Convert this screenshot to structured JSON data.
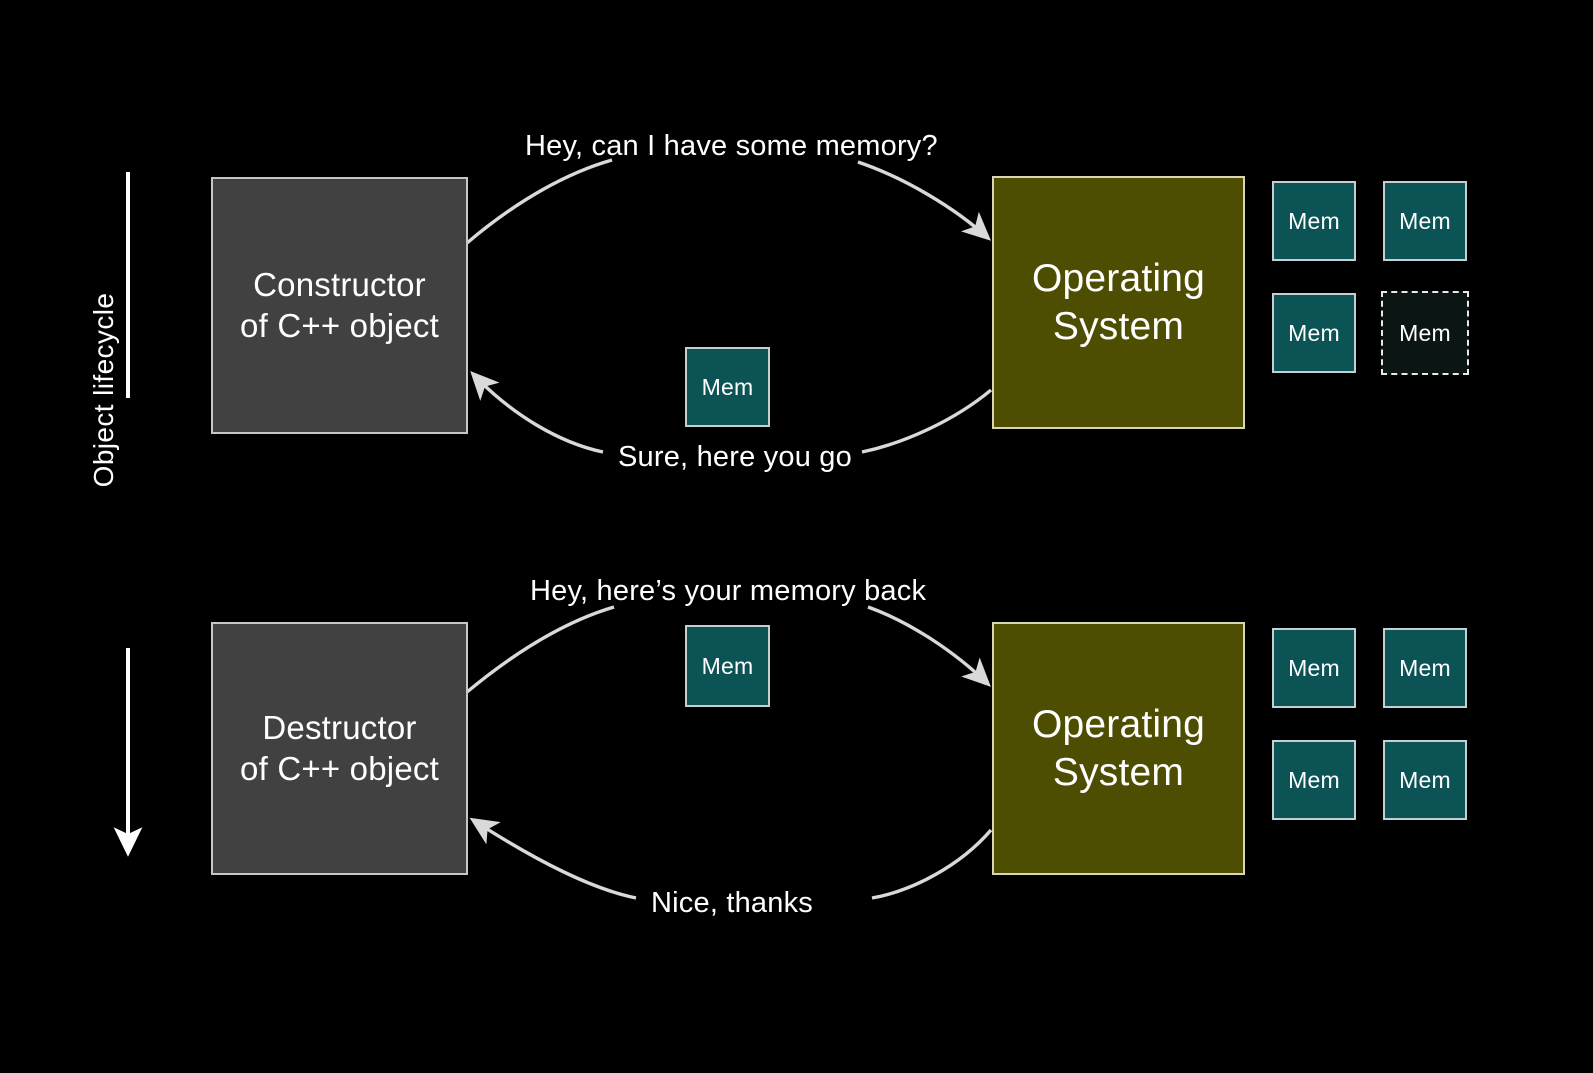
{
  "slide": {
    "background_color": "#000000",
    "axis": {
      "label": "Object lifecycle",
      "direction": "downward",
      "color": "#ffffff"
    },
    "colors": {
      "object_box_fill": "#414141",
      "object_box_border": "#c6c6c6",
      "os_box_fill": "#4e4e03",
      "os_box_border": "#d8d6b4",
      "memory_fill": "#0c5355",
      "memory_border": "#c3cfd0",
      "memory_empty_fill": "#0b1514",
      "memory_empty_border": "#e8e8e8",
      "arrow": "#d9d9d9",
      "text": "#ffffff"
    },
    "phases": [
      {
        "id": "construction",
        "actor_label": "Constructor\nof C++ object",
        "os_label": "Operating\nSystem",
        "request_message": "Hey, can I have some memory?",
        "reply_message": "Sure, here you go",
        "transferred_memory_label": "Mem",
        "memory_pool": [
          {
            "label": "Mem",
            "state": "allocated"
          },
          {
            "label": "Mem",
            "state": "allocated"
          },
          {
            "label": "Mem",
            "state": "allocated"
          },
          {
            "label": "Mem",
            "state": "free"
          }
        ]
      },
      {
        "id": "destruction",
        "actor_label": "Destructor\nof C++ object",
        "os_label": "Operating\nSystem",
        "request_message": "Hey, here’s your memory back",
        "reply_message": "Nice, thanks",
        "transferred_memory_label": "Mem",
        "memory_pool": [
          {
            "label": "Mem",
            "state": "allocated"
          },
          {
            "label": "Mem",
            "state": "allocated"
          },
          {
            "label": "Mem",
            "state": "allocated"
          },
          {
            "label": "Mem",
            "state": "allocated"
          }
        ]
      }
    ]
  }
}
